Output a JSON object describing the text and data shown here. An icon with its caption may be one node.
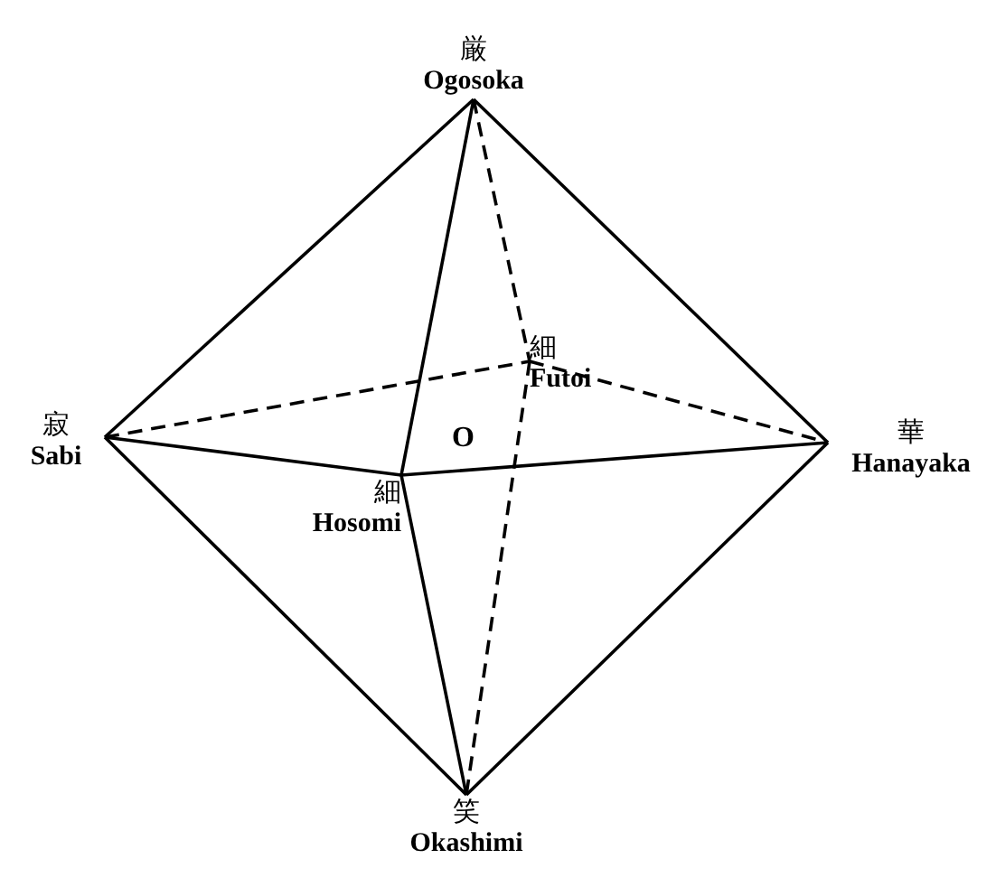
{
  "diagram": {
    "nodes": [
      {
        "text": [
          "厳",
          "Ogosoka"
        ]
      },
      {
        "text": [
          "寂",
          "Sabi"
        ]
      },
      {
        "text": [
          "華",
          "Hanayaka"
        ]
      },
      {
        "text": [
          "笑",
          "Okashimi"
        ]
      },
      {
        "text": [
          "細",
          "Futoi"
        ]
      },
      {
        "text": [
          "細",
          "Hosomi"
        ]
      }
    ],
    "edges": [
      {
        "from": 0,
        "to": 1,
        "arrow": "none"
      },
      {
        "from": 0,
        "to": 2,
        "arrow": "none"
      },
      {
        "from": 3,
        "to": 1,
        "arrow": "none"
      },
      {
        "from": 3,
        "to": 2,
        "arrow": "none"
      },
      {
        "from": 1,
        "to": 5,
        "arrow": "none"
      },
      {
        "from": 5,
        "to": 2,
        "arrow": "none"
      },
      {
        "from": 0,
        "to": 5,
        "arrow": "none"
      },
      {
        "from": 5,
        "to": 3,
        "arrow": "none"
      },
      {
        "from": 1,
        "to": 4,
        "arrow": "none",
        "style": "dashed"
      },
      {
        "from": 4,
        "to": 2,
        "arrow": "none",
        "style": "dashed"
      },
      {
        "from": 0,
        "to": 4,
        "arrow": "none",
        "style": "dashed"
      },
      {
        "from": 4,
        "to": 3,
        "arrow": "none",
        "style": "dashed"
      }
    ],
    "labels": [
      "O"
    ]
  }
}
